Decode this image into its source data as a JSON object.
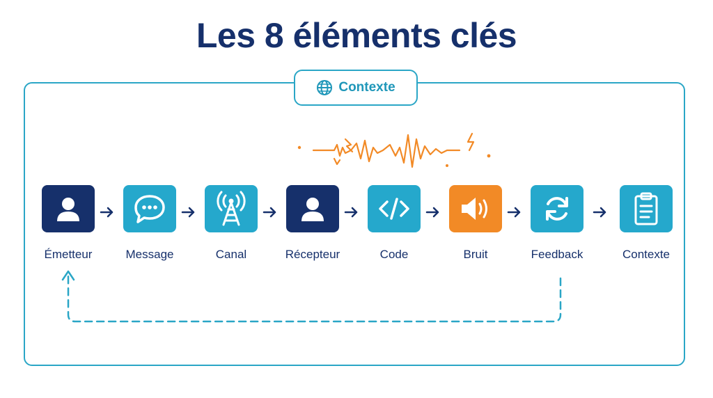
{
  "title": "Les 8 éléments clés",
  "context_badge": {
    "label": "Contexte",
    "icon": "globe-icon"
  },
  "colors": {
    "navy": "#16306b",
    "teal": "#25a8cc",
    "orange": "#f28a26",
    "frame": "#2aa6c6"
  },
  "steps": [
    {
      "label": "Émetteur",
      "icon": "person-icon",
      "color": "navy"
    },
    {
      "label": "Message",
      "icon": "speech-bubble-icon",
      "color": "teal"
    },
    {
      "label": "Canal",
      "icon": "antenna-icon",
      "color": "teal"
    },
    {
      "label": "Récepteur",
      "icon": "person-icon",
      "color": "navy"
    },
    {
      "label": "Code",
      "icon": "code-icon",
      "color": "teal"
    },
    {
      "label": "Bruit",
      "icon": "speaker-icon",
      "color": "orange"
    },
    {
      "label": "Feedback",
      "icon": "refresh-icon",
      "color": "teal"
    },
    {
      "label": "Contexte",
      "icon": "clipboard-icon",
      "color": "teal"
    }
  ]
}
